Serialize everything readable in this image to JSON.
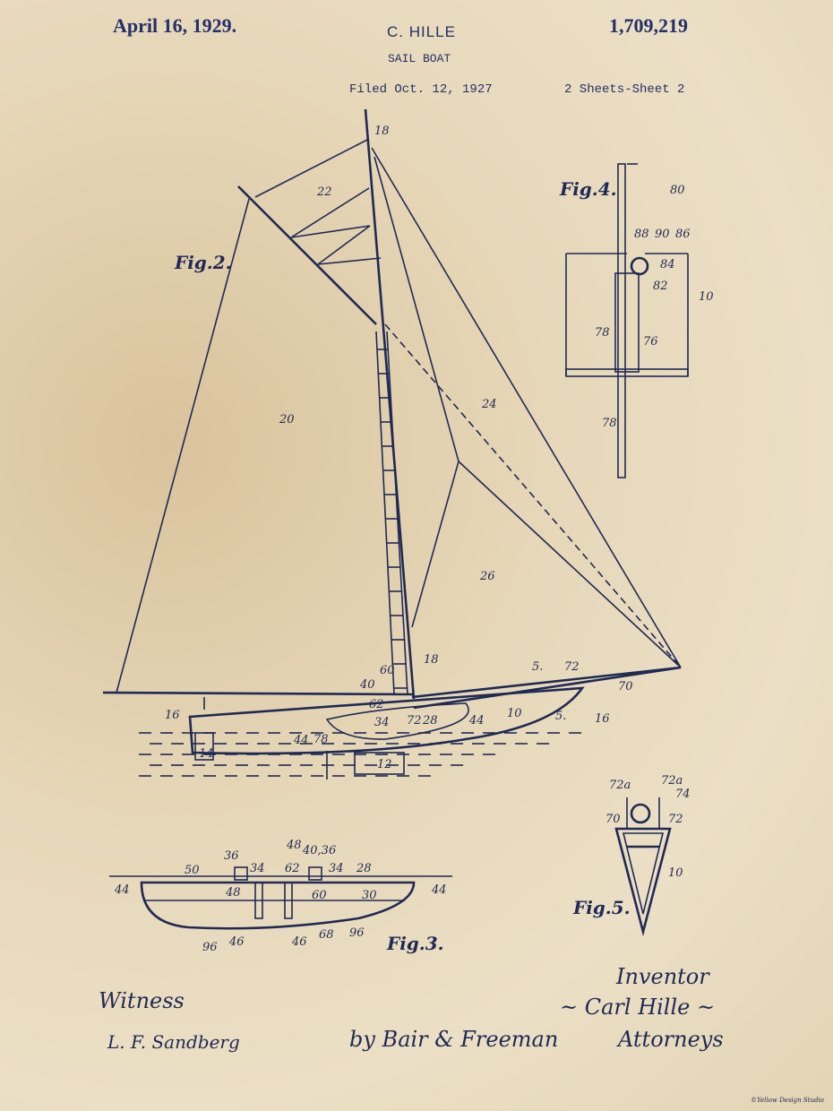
{
  "header": {
    "date": "April 16, 1929.",
    "inventor": "C. HILLE",
    "patent_number": "1,709,219",
    "title": "SAIL BOAT",
    "filed": "Filed Oct. 12, 1927",
    "sheets": "2 Sheets-Sheet  2"
  },
  "figures": {
    "fig2": "Fig.2.",
    "fig3": "Fig.3.",
    "fig4": "Fig.4.",
    "fig5": "Fig.5."
  },
  "fig2_labels": [
    "18",
    "22",
    "20",
    "24",
    "26",
    "18",
    "60",
    "40",
    "62",
    "34",
    "72",
    "28",
    "44",
    "10",
    "70",
    "72",
    "5.",
    "5.",
    "16",
    "16",
    "44",
    "78",
    "14",
    "12"
  ],
  "fig4_labels": [
    "80",
    "88",
    "90",
    "86",
    "84",
    "82",
    "10",
    "78",
    "76",
    "78"
  ],
  "fig3_labels": [
    "36",
    "34",
    "48",
    "40,36",
    "34",
    "28",
    "62",
    "50",
    "48",
    "60",
    "30",
    "44",
    "44",
    "96",
    "46",
    "46",
    "68",
    "96"
  ],
  "fig5_labels": [
    "72a",
    "72a",
    "74",
    "70",
    "72",
    "10"
  ],
  "signatures": {
    "witness": "Witness",
    "witness_name": "L. F. Sandberg",
    "inventor_label": "Inventor",
    "inventor_name": "~ Carl Hille ~",
    "attorney": "by Bair & Freeman",
    "attorneys_label": "Attorneys",
    "artist_mark": "©Yellow Design Studio"
  },
  "colors": {
    "ink": "#1f2a55",
    "paper": "#e6d7b8"
  }
}
